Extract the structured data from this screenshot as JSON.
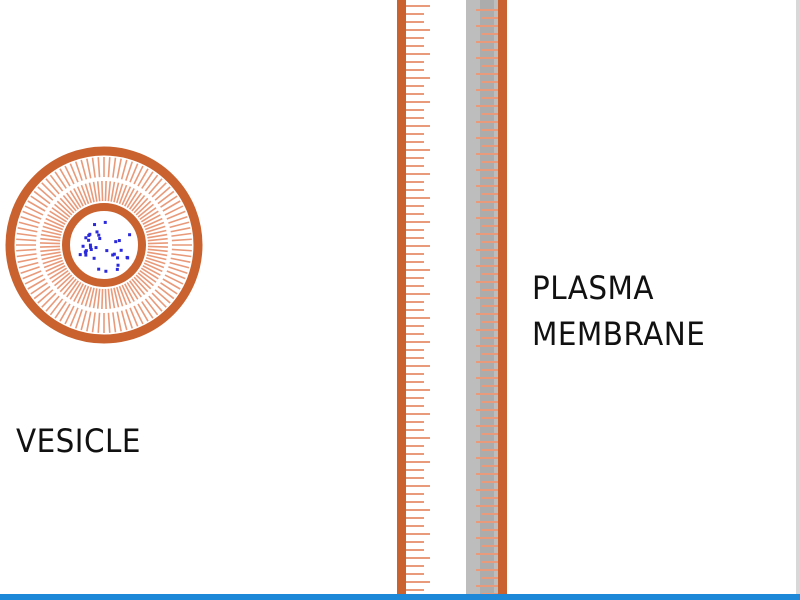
{
  "labels": {
    "vesicle": "VESICLE",
    "membrane_line1": "PLASMA",
    "membrane_line2": "MEMBRANE"
  },
  "colors": {
    "lipid_head": "#c9622e",
    "lipid_tail": "#e89a7a",
    "interior_dots": "#2a2adc",
    "membrane_shade": "#bdbdbd",
    "background": "#ffffff",
    "bottom_bar": "#1e88d8",
    "right_edge": "#d8d8d8"
  }
}
